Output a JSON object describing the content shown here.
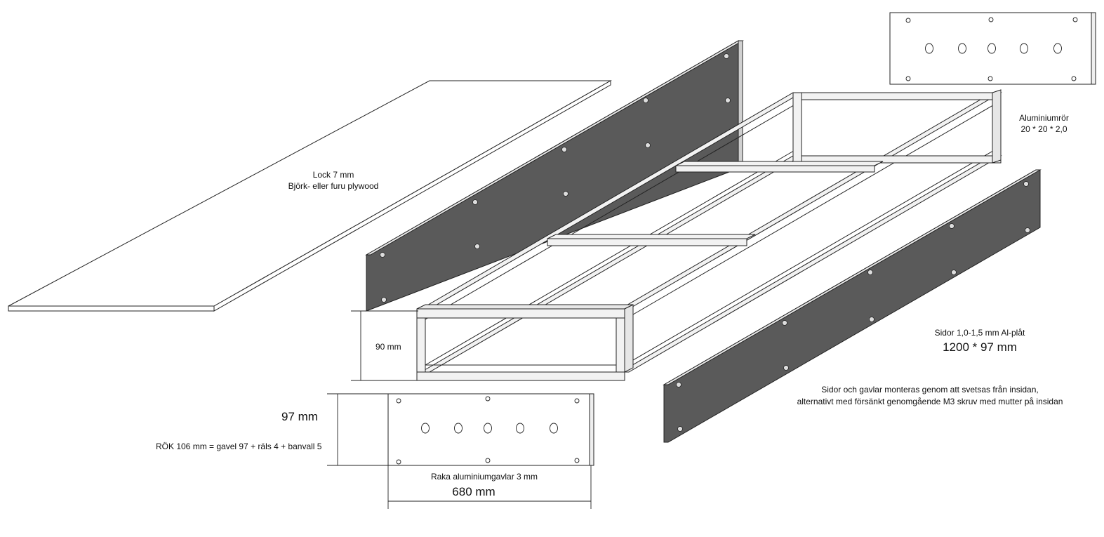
{
  "labels": {
    "lid_line1": "Lock 7 mm",
    "lid_line2": "Björk- eller furu plywood",
    "tube_line1": "Aluminiumrör",
    "tube_line2": "20 * 20  * 2,0",
    "height_dim": "90 mm",
    "sides_title": "Sidor 1,0-1,5 mm Al-plåt",
    "sides_size": "1200 * 97 mm",
    "assembly_line1": "Sidor och gavlar monteras genom att svetsas från insidan,",
    "assembly_line2": "alternativt med försänkt genomgående M3 skruv med mutter på insidan",
    "end_height_dim": "97 mm",
    "rok_note": "RÖK 106 mm = gavel 97 + räls 4 + banvall 5",
    "end_plate_title": "Raka aluminiumgavlar 3 mm",
    "end_width_dim": "680 mm"
  },
  "colors": {
    "side_plate": "#5a5a5a",
    "frame_fill": "#f2f2f2",
    "line": "#222222"
  }
}
